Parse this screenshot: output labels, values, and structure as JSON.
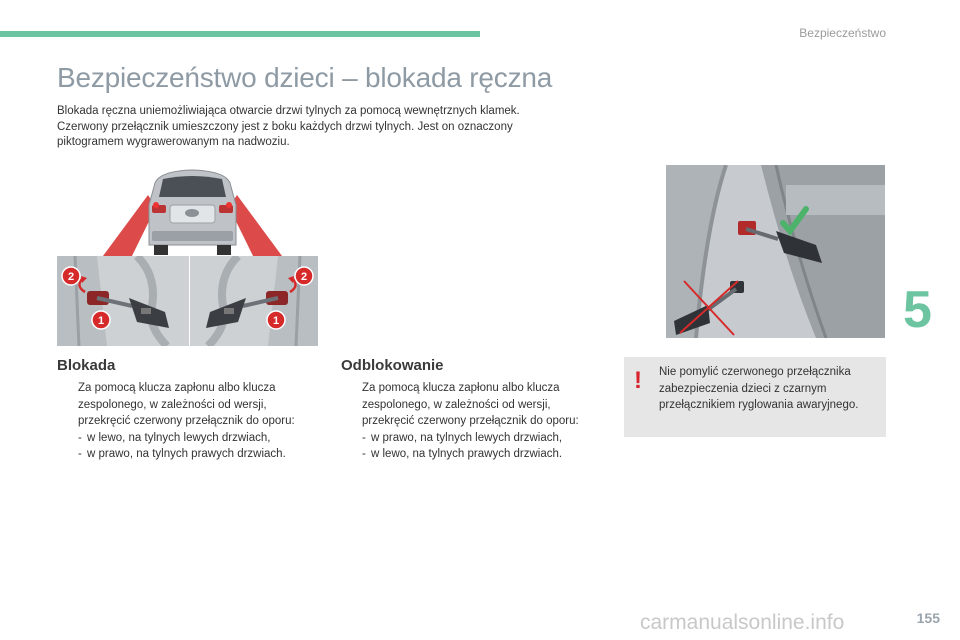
{
  "header": {
    "section": "Bezpieczeństwo"
  },
  "title": "Bezpieczeństwo dzieci – blokada ręczna",
  "intro": [
    "Blokada ręczna uniemożliwiająca otwarcie drzwi tylnych za pomocą wewnętrznych klamek.",
    "Czerwony przełącznik umieszczony jest z boku każdych drzwi tylnych. Jest on oznaczony",
    "piktogramem wygrawerowanym na nadwoziu."
  ],
  "illustrations": {
    "callout_1": "1",
    "callout_2": "2"
  },
  "lock": {
    "heading": "Blokada",
    "bullet": "",
    "lines": [
      "Za pomocą klucza zapłonu albo klucza",
      "zespolonego, w zależności od wersji,",
      "przekręcić czerwony przełącznik do oporu:"
    ],
    "sub_items": [
      "w lewo, na tylnych lewych drzwiach,",
      "w prawo, na tylnych prawych drzwiach."
    ]
  },
  "unlock": {
    "heading": "Odblokowanie",
    "bullet": "",
    "lines": [
      "Za pomocą klucza zapłonu albo klucza",
      "zespolonego, w zależności od wersji,",
      "przekręcić czerwony przełącznik do oporu:"
    ],
    "sub_items": [
      "w prawo, na tylnych lewych drzwiach,",
      "w lewo, na tylnych prawych drzwiach."
    ]
  },
  "warning": {
    "icon": "!",
    "lines": [
      "Nie pomylić czerwonego przełącznika",
      "zabezpieczenia dzieci z czarnym",
      "przełącznikiem ryglowania awaryjnego."
    ]
  },
  "chapter": "5",
  "page_number": "155",
  "watermark": "carmanualsonline.info",
  "colors": {
    "accent": "#6dc4a0",
    "warning_red": "#d9232e",
    "title_grey": "#8e9aa4"
  }
}
